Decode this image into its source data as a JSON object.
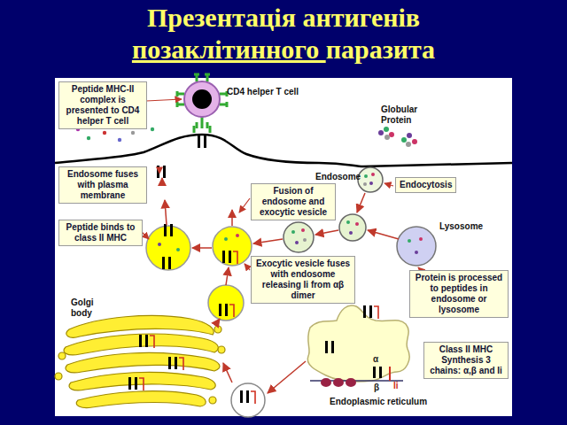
{
  "diagram": {
    "title": "Презентація антигенів позаклітинного паразита",
    "nodes": [
      {
        "text": [
          "Peptide MHC-II complex is presented to CD4 helper T cell"
        ]
      },
      {
        "text": [
          "Endosome fuses with plasma membrane"
        ]
      },
      {
        "text": [
          "Endocytosis"
        ]
      },
      {
        "text": [
          "Fusion of endosome and exocytic vesicle"
        ]
      },
      {
        "text": [
          "Peptide binds to class II MHC"
        ]
      },
      {
        "text": [
          "Exocytic vesicle fuses with endosome releasing Ii from αβ dimer"
        ]
      },
      {
        "text": [
          "Protein is processed to peptides in endosome or lysosome"
        ]
      },
      {
        "text": [
          "Class II MHC Synthesis 3 chains: α,β and Ii"
        ]
      }
    ],
    "labels": [
      "CD4 helper T cell",
      "Globular Protein",
      "Endosome",
      "Lysosome",
      "Golgi body",
      "Endoplasmic reticulum",
      "α",
      "β",
      "Ii"
    ]
  }
}
